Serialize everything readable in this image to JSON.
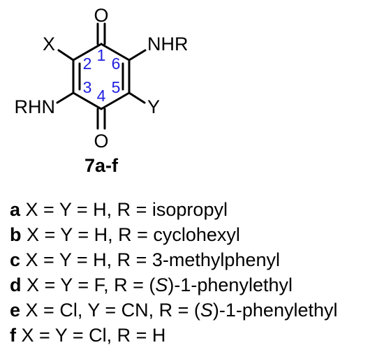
{
  "structure": {
    "atoms": {
      "o_top": "O",
      "o_bottom": "O",
      "x_sub": "X",
      "y_sub": "Y",
      "nhr": "NHR",
      "rhn": "RHN"
    },
    "ring_numbers": [
      "1",
      "2",
      "3",
      "4",
      "5",
      "6"
    ]
  },
  "compound_label": "7a-f",
  "substituents": [
    {
      "key": "a",
      "pre": "X = Y = H, R = isopropyl",
      "italic": "",
      "post": ""
    },
    {
      "key": "b",
      "pre": "X = Y = H,  R = cyclohexyl",
      "italic": "",
      "post": ""
    },
    {
      "key": "c",
      "pre": "X = Y = H,  R = 3-methylphenyl",
      "italic": "",
      "post": ""
    },
    {
      "key": "d",
      "pre": "X = Y = F,  R = (",
      "italic": "S",
      "post": ")-1-phenylethyl"
    },
    {
      "key": "e",
      "pre": "X = Cl, Y = CN, R = (",
      "italic": "S",
      "post": ")-1-phenylethyl"
    },
    {
      "key": "f",
      "pre": "X = Y = Cl, R = H",
      "italic": "",
      "post": ""
    }
  ]
}
